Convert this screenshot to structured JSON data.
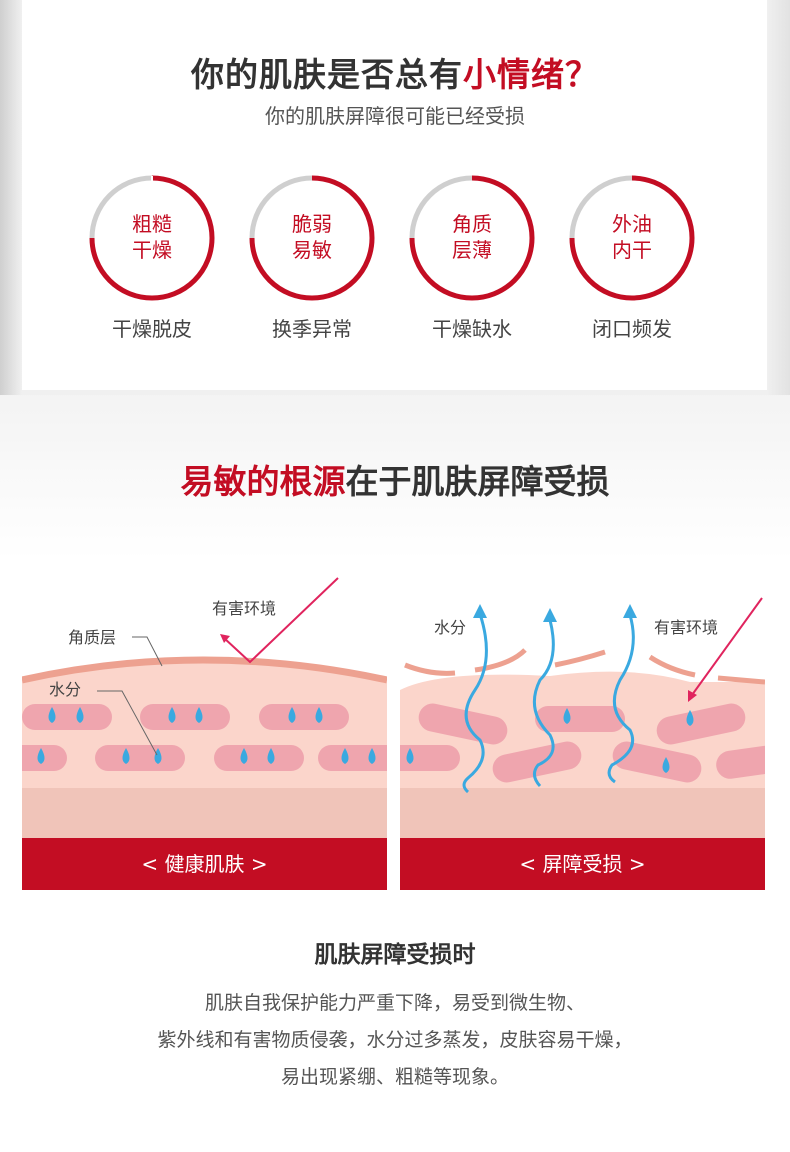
{
  "section1": {
    "title_dark": "你的肌肤是否总有",
    "title_red": "小情绪？",
    "subtitle": "你的肌肤屏障很可能已经受损",
    "items": [
      {
        "line1": "粗糙",
        "line2": "干燥",
        "caption": "干燥脱皮"
      },
      {
        "line1": "脆弱",
        "line2": "易敏",
        "caption": "换季异常"
      },
      {
        "line1": "角质",
        "line2": "层薄",
        "caption": "干燥缺水"
      },
      {
        "line1": "外油",
        "line2": "内干",
        "caption": "闭口频发"
      }
    ]
  },
  "section2": {
    "title_red": "易敏的根源",
    "title_dark": "在于肌肤屏障受损",
    "healthy": {
      "label_env": "有害环境",
      "label_corneum": "角质层",
      "label_water": "水分",
      "band": "<  健康肌肤  >"
    },
    "damaged": {
      "label_env": "有害环境",
      "label_water": "水分",
      "band": "<  屏障受损  >"
    }
  },
  "section3": {
    "title": "肌肤屏障受损时",
    "lines": [
      "肌肤自我保护能力严重下降，易受到微生物、",
      "紫外线和有害物质侵袭，水分过多蒸发，皮肤容易干燥，",
      "易出现紧绷、粗糙等现象。"
    ]
  },
  "colors": {
    "accent": "#c30d23",
    "water": "#3aa9e0",
    "skin": "#fbd5cb",
    "cell": "#efa5ae"
  }
}
